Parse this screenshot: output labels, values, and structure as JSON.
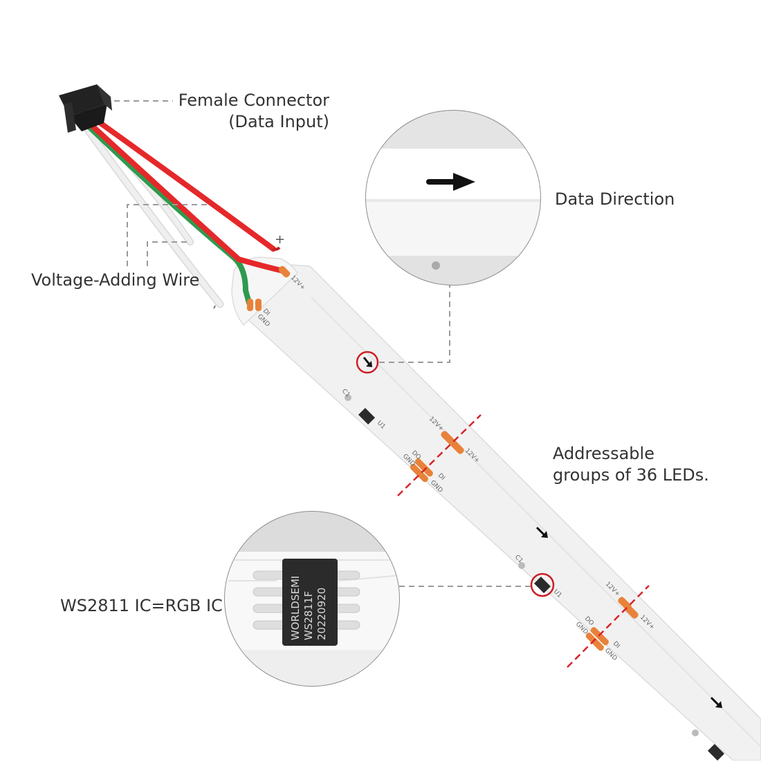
{
  "labels": {
    "female_connector_line1": "Female Connector",
    "female_connector_line2": "(Data Input)",
    "data_direction": "Data Direction",
    "voltage_wire": "Voltage-Adding Wire",
    "addressable_line1": "Addressable",
    "addressable_line2": "groups of 36 LEDs.",
    "ws2811": "WS2811 IC=RGB IC"
  },
  "chip_text": {
    "line1": "WORLDSEMI",
    "line2": "WS2811F",
    "line3": "20220920"
  },
  "pad_labels": {
    "v12": "12V+",
    "di": "DI",
    "do": "DO",
    "gnd": "GND",
    "u1": "U1",
    "c1": "C1"
  },
  "wire_marks": {
    "plus": "+",
    "minus": "-"
  },
  "colors": {
    "text": "#333333",
    "strip": "#f3f3f3",
    "pad": "#e8823a",
    "wire_red": "#e5282a",
    "wire_green": "#2e9a4e",
    "wire_white": "#e9e9e9",
    "cut_line": "#d8232a",
    "dash_leader": "#9a9a9a",
    "chip": "#2b2b2b"
  }
}
